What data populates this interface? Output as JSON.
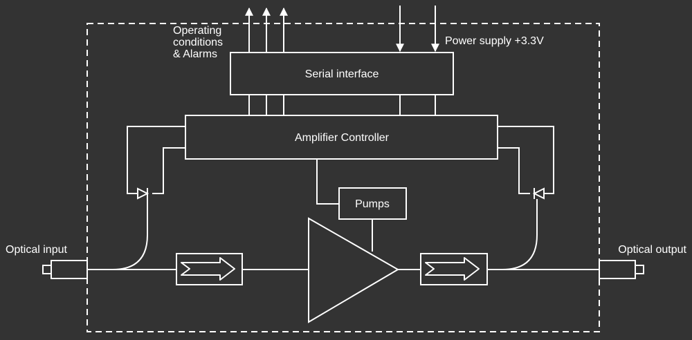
{
  "labels": {
    "operating_line1": "Operating",
    "operating_line2": "conditions",
    "operating_line3": "& Alarms",
    "power_supply": "Power supply +3.3V",
    "serial_interface": "Serial interface",
    "amplifier_controller": "Amplifier Controller",
    "pumps": "Pumps",
    "optical_input": "Optical input",
    "optical_output": "Optical output"
  },
  "colors": {
    "background": "#333333",
    "stroke": "#ffffff",
    "text": "#ffffff"
  }
}
